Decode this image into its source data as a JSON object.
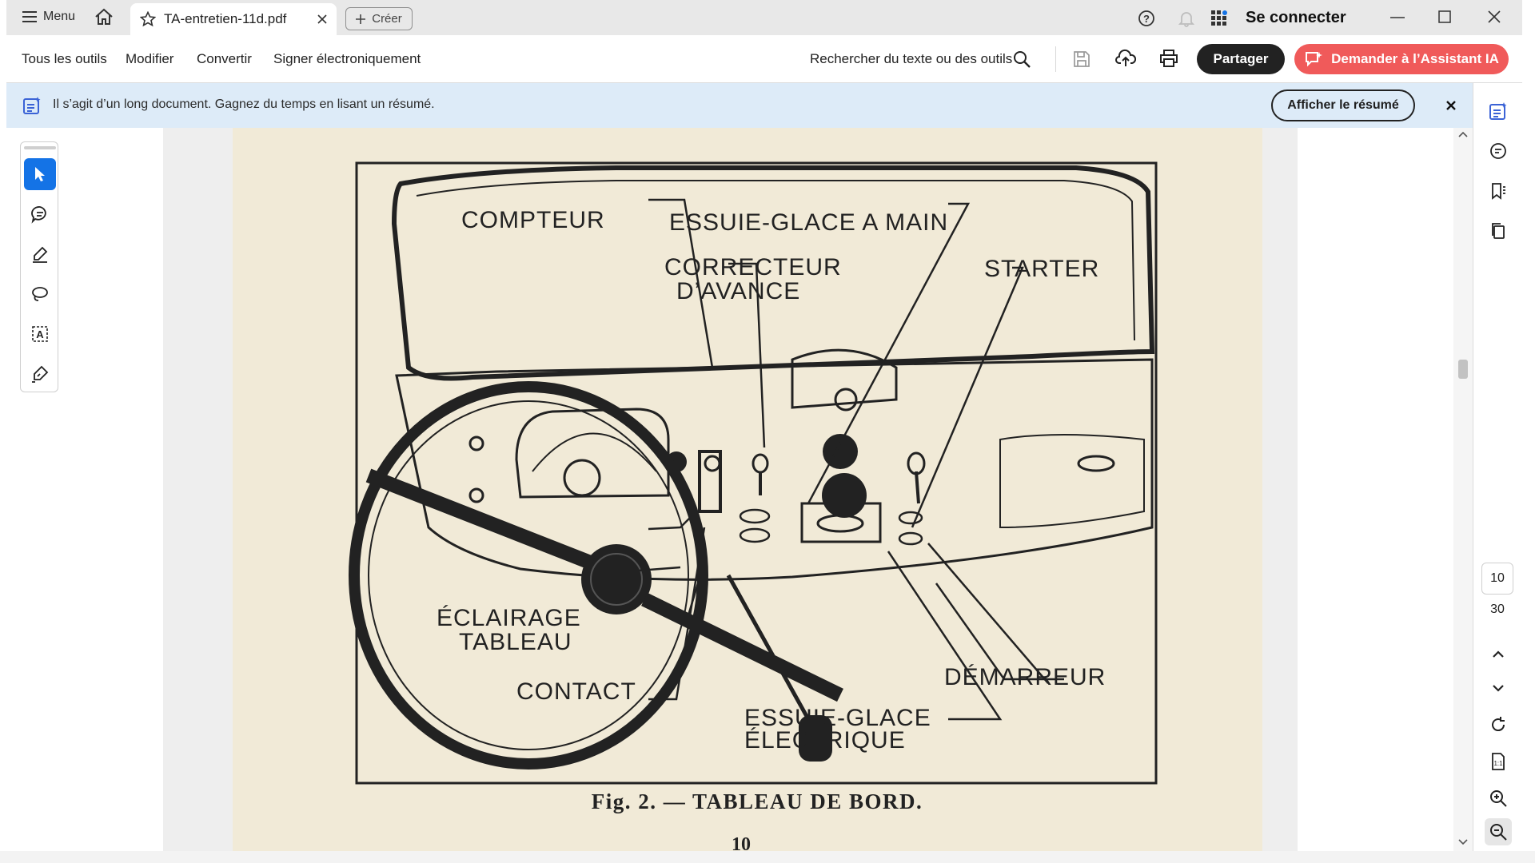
{
  "titlebar": {
    "menu_label": "Menu",
    "tab_title": "TA-entretien-11d.pdf",
    "create_label": "Créer",
    "signin_label": "Se connecter"
  },
  "toolbar": {
    "items": [
      "Tous les outils",
      "Modifier",
      "Convertir",
      "Signer électroniquement"
    ],
    "search_label": "Rechercher du texte ou des outils",
    "share_label": "Partager",
    "ai_label": "Demander à l’Assistant IA"
  },
  "banner": {
    "text": "Il s’agit d’un long document. Gagnez du temps en lisant un résumé.",
    "summary_button": "Afficher le résumé"
  },
  "figure": {
    "labels": {
      "compteur": "COMPTEUR",
      "essuie_main": "ESSUIE-GLACE A MAIN",
      "correcteur_1": "CORRECTEUR",
      "correcteur_2": "D’AVANCE",
      "starter": "STARTER",
      "eclairage_1": "ÉCLAIRAGE",
      "eclairage_2": "TABLEAU",
      "contact": "CONTACT",
      "demarreur": "DÉMARREUR",
      "essuie_elec_1": "ESSUIE-GLACE",
      "essuie_elec_2": "ÉLECTRIQUE"
    },
    "caption": "Fig. 2. — TABLEAU DE BORD.",
    "page_number": "10"
  },
  "navigation": {
    "current_page": "10",
    "total_pages": "30"
  },
  "colors": {
    "accent_blue": "#1473e6",
    "ai_red": "#f05a5a",
    "banner_bg": "#ddebf8",
    "paper": "#f1ead7"
  }
}
